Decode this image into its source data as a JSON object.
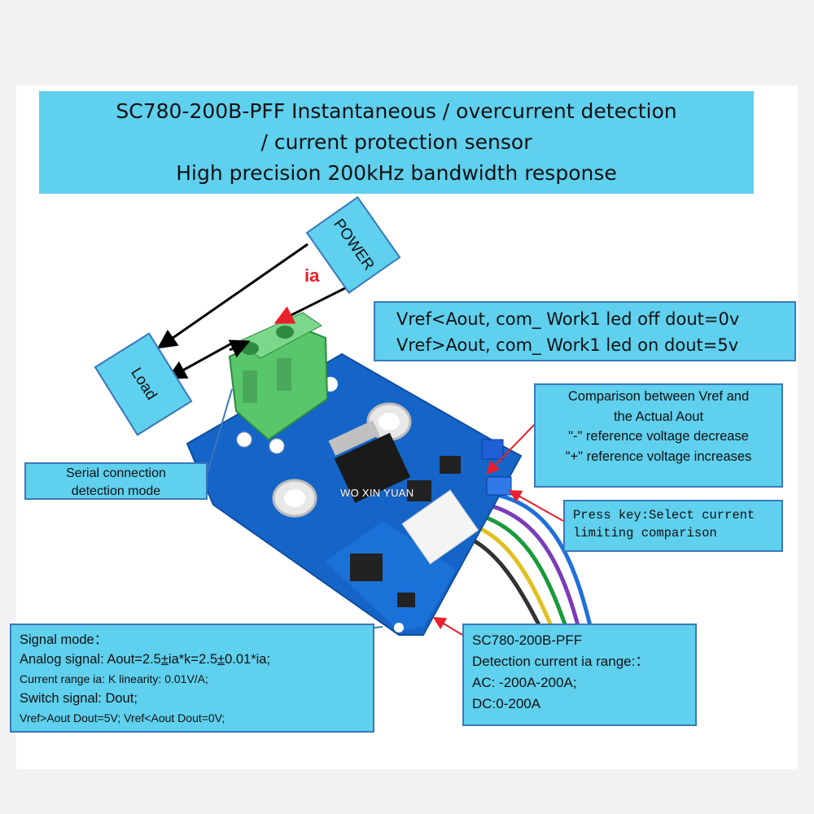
{
  "title": {
    "line1": "SC780-200B-PFF Instantaneous / overcurrent detection",
    "line2": "/ current protection sensor",
    "line3": "High precision 200kHz bandwidth response"
  },
  "labels": {
    "power": "POWER",
    "load": "Load",
    "ia": "ia",
    "watermark": "WO XIN YUAN"
  },
  "vref": {
    "line1": "Vref<Aout, com_ Work1 led off dout=0v",
    "line2": "Vref>Aout, com_ Work1 led on dout=5v"
  },
  "comparison": {
    "line1": "Comparison between Vref and",
    "line2": "the Actual Aout",
    "line3": "\"-\" reference voltage decrease",
    "line4": "\"+\" reference voltage increases"
  },
  "serial": {
    "line1": "Serial connection",
    "line2": "detection mode"
  },
  "press": {
    "line1": "Press key:Select current",
    "line2": "limiting comparison"
  },
  "signal": {
    "line1": "Signal mode：",
    "line2a": "Analog signal: Aout=2.5",
    "line2b": "±",
    "line2c": "ia*k=2.5",
    "line2d": "±",
    "line2e": "0.01*ia;",
    "line3": "Current range ia: K linearity: 0.01V/A;",
    "line4": "Switch signal: Dout;",
    "line5": "Vref>Aout Dout=5V;   Vref<Aout Dout=0V;"
  },
  "spec": {
    "line1": "SC780-200B-PFF",
    "line2": "Detection current ia range:：",
    "line3": "AC: -200A-200A;",
    "line4": "DC:0-200A"
  },
  "colors": {
    "box_fill": "#5fd0ee",
    "box_border": "#3b78b8",
    "pcb": "#1565c8",
    "terminal": "#58c66a",
    "arrow_red": "#e8202c"
  }
}
